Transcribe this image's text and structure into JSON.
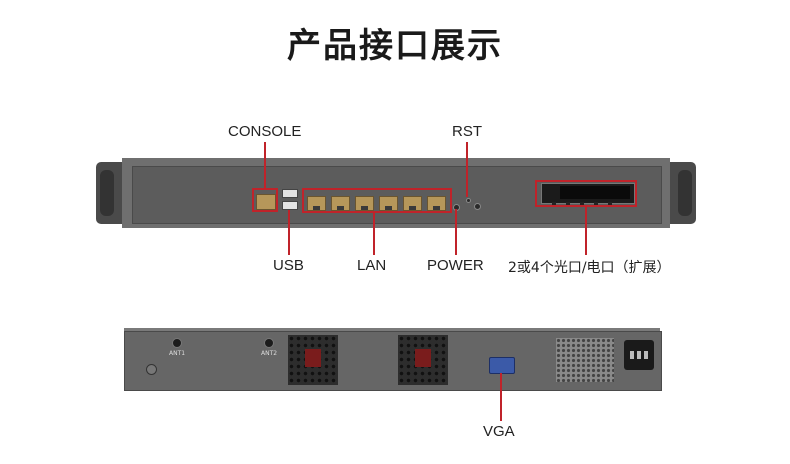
{
  "title": "产品接口展示",
  "front_labels": {
    "console": "CONSOLE",
    "rst": "RST",
    "usb": "USB",
    "lan": "LAN",
    "power": "POWER",
    "expansion": "2或4个光口/电口（扩展）"
  },
  "rear_labels": {
    "vga": "VGA",
    "ant1": "ANT1",
    "ant2": "ANT2"
  },
  "colors": {
    "highlight": "#c0232a",
    "chassis": "#6f6f6f",
    "rj45": "#b6975a"
  },
  "lan_port_count": 6,
  "fan_count": 2
}
